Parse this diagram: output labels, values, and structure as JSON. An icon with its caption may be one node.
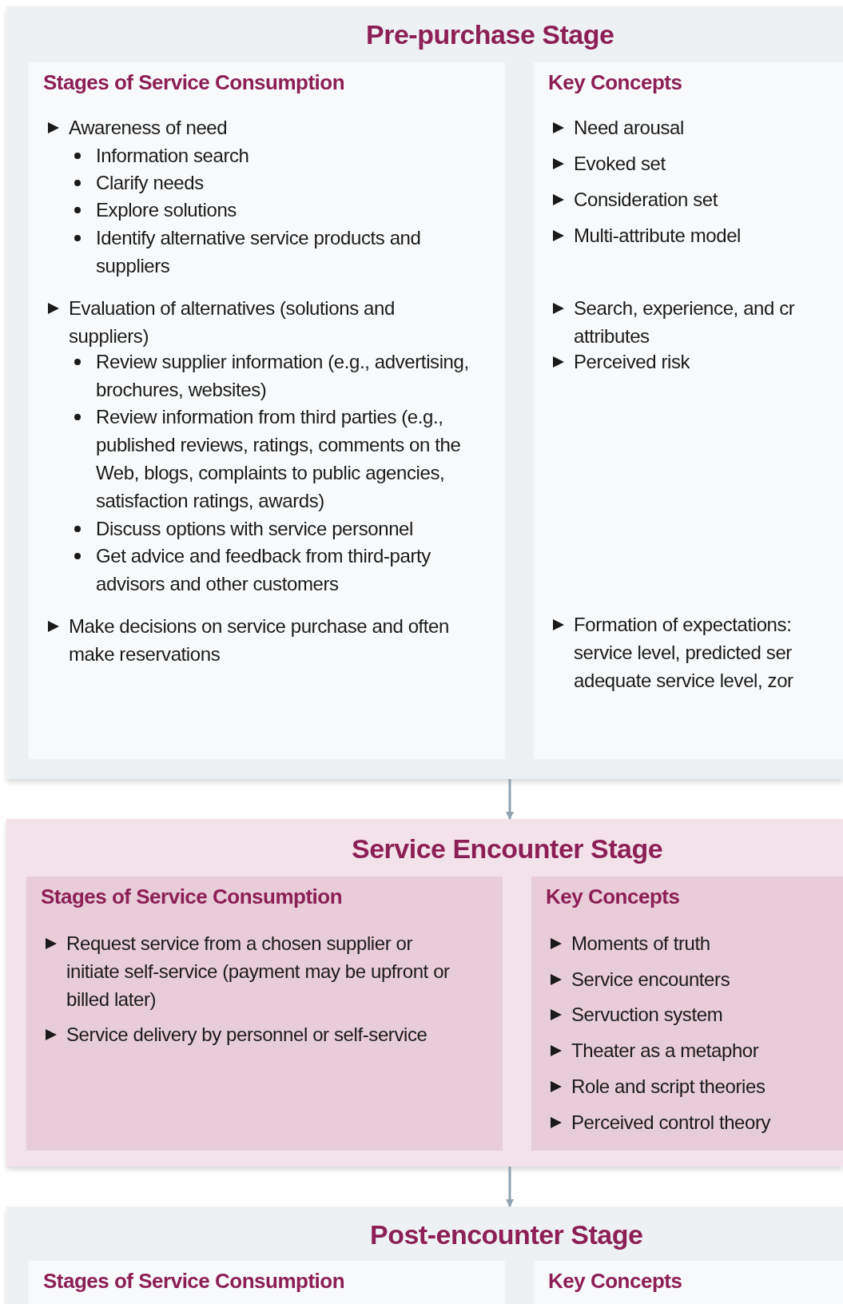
{
  "diagram": {
    "nodes": [
      {
        "text": [
          "Pre-purchase Stage"
        ]
      },
      {
        "text": [
          "Stages of Service Consumption",
          "Awareness of need",
          "Information search",
          "Clarify needs",
          "Explore solutions",
          "Identify alternative service products and suppliers",
          "Evaluation of alternatives (solutions and suppliers)",
          "Review supplier information (e.g., advertising, brochures, websites)",
          "Review information from third parties (e.g., published reviews, ratings, comments on the Web, blogs, complaints to public agencies, satisfaction ratings, awards)",
          "Discuss options with service personnel",
          "Get advice and feedback from third-party advisors and other customers",
          "Make decisions on service purchase and often make reservations"
        ],
        "in": 0
      },
      {
        "text": [
          "Key Concepts",
          "Need arousal",
          "Evoked set",
          "Consideration set",
          "Multi-attribute model",
          "Search, experience, and cr attributes",
          "Perceived risk",
          "Formation of expectations: service level, predicted ser adequate service level, zor"
        ],
        "in": 0
      },
      {
        "text": [
          "Service Encounter Stage"
        ]
      },
      {
        "text": [
          "Stages of Service Consumption",
          "Request service from a chosen supplier or initiate self-service (payment may be upfront or billed later)",
          "Service delivery by personnel or self-service"
        ],
        "in": 3
      },
      {
        "text": [
          "Key Concepts",
          "Moments of truth",
          "Service encounters",
          "Servuction system",
          "Theater as a metaphor",
          "Role and script theories",
          "Perceived control theory"
        ],
        "in": 3
      },
      {
        "text": [
          "Post-encounter Stage"
        ]
      },
      {
        "text": [
          "Stages of Service Consumption"
        ],
        "in": 6
      },
      {
        "text": [
          "Key Concepts"
        ],
        "in": 6
      }
    ],
    "edges": [
      {
        "from": 0,
        "to": 3,
        "arrow": "to"
      },
      {
        "from": 3,
        "to": 6,
        "arrow": "to"
      }
    ]
  }
}
